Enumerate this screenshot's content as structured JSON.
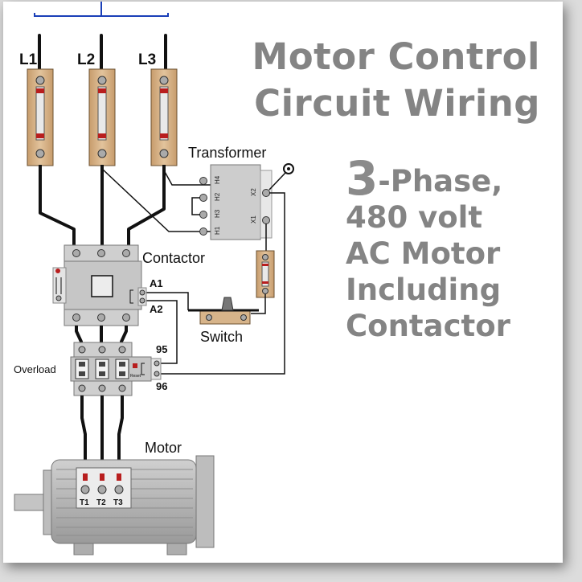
{
  "title": {
    "line1": "Motor Control",
    "line2": "Circuit Wiring"
  },
  "description": {
    "phase_number": "3",
    "phase_suffix": "-Phase,",
    "line2": "480 volt",
    "line3": "AC Motor",
    "line4": "Including",
    "line5": "Contactor"
  },
  "labels": {
    "l1": "L1",
    "l2": "L2",
    "l3": "L3",
    "transformer": "Transformer",
    "h4": "H4",
    "h2": "H2",
    "h3": "H3",
    "h1": "H1",
    "x2": "X2",
    "x1": "X1",
    "contactor": "Contactor",
    "a1": "A1",
    "a2": "A2",
    "switch": "Switch",
    "overload": "Overload",
    "n95": "95",
    "n96": "96",
    "reset": "Reset",
    "motor": "Motor",
    "t1": "T1",
    "t2": "T2",
    "t3": "T3"
  },
  "colors": {
    "title": "#848484",
    "component": "#d7b48a",
    "wire_blue": "#1a3fb8",
    "terminal_red": "#b81e1e",
    "equipment_gray": "#bdbdbd"
  }
}
